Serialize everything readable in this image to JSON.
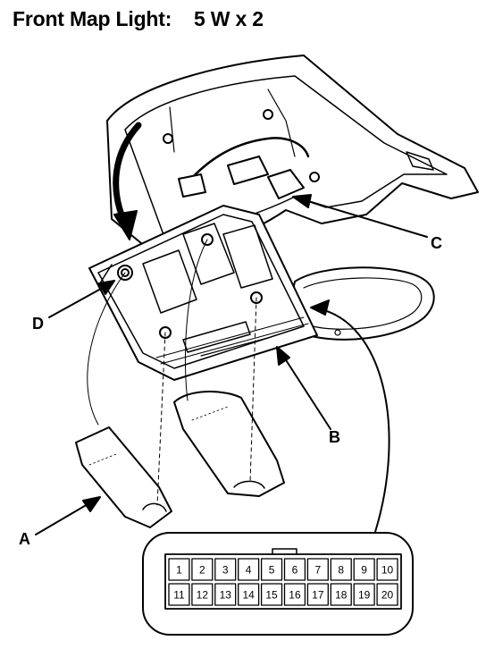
{
  "title": {
    "label": "Front Map Light:",
    "value": "5 W x 2"
  },
  "callouts": {
    "a": "A",
    "b": "B",
    "c": "C",
    "d": "D"
  },
  "connector": {
    "row1": [
      "1",
      "2",
      "3",
      "4",
      "5",
      "6",
      "7",
      "8",
      "9",
      "10"
    ],
    "row2": [
      "11",
      "12",
      "13",
      "14",
      "15",
      "16",
      "17",
      "18",
      "19",
      "20"
    ]
  }
}
